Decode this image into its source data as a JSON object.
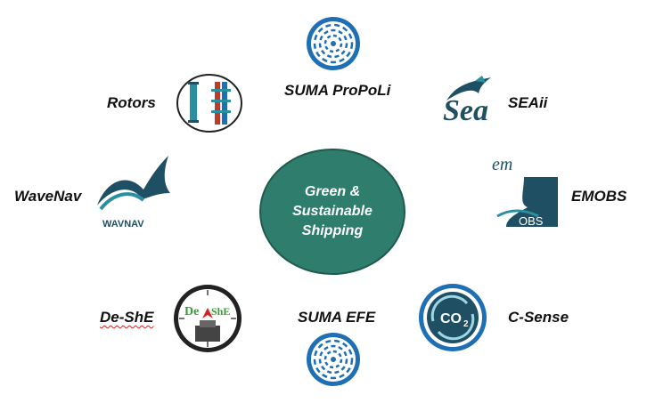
{
  "center": {
    "lines": [
      "Green &",
      "Sustainable",
      "Shipping"
    ],
    "color": "#2e7d6d"
  },
  "nodes": {
    "suma_propoli": {
      "label": "SUMA ProPoLi",
      "icon": "suma-fan-icon"
    },
    "seaii": {
      "label": "SEAii",
      "icon": "sea-wave-logo",
      "logo_text": "Sea"
    },
    "emobs": {
      "label": "EMOBS",
      "icon": "ship-bow-logo",
      "logo_text_top": "em",
      "logo_text_bottom": "OBS"
    },
    "c_sense": {
      "label": "C-Sense",
      "icon": "co2-cycle-icon",
      "logo_text": "CO",
      "logo_sub": "2"
    },
    "suma_efe": {
      "label": "SUMA EFE",
      "icon": "suma-fan-icon"
    },
    "de_she": {
      "label": "De-ShE",
      "icon": "de-she-compass-logo",
      "logo_text_left": "De",
      "logo_text_right": "ShE"
    },
    "wavenav": {
      "label": "WaveNav",
      "icon": "wave-logo",
      "logo_text": "WAVNAV"
    },
    "rotors": {
      "label": "Rotors",
      "icon": "rotor-columns-icon"
    }
  },
  "colors": {
    "teal_dark": "#1e4f63",
    "teal": "#2a8fa0",
    "blue": "#1f6fb5"
  }
}
